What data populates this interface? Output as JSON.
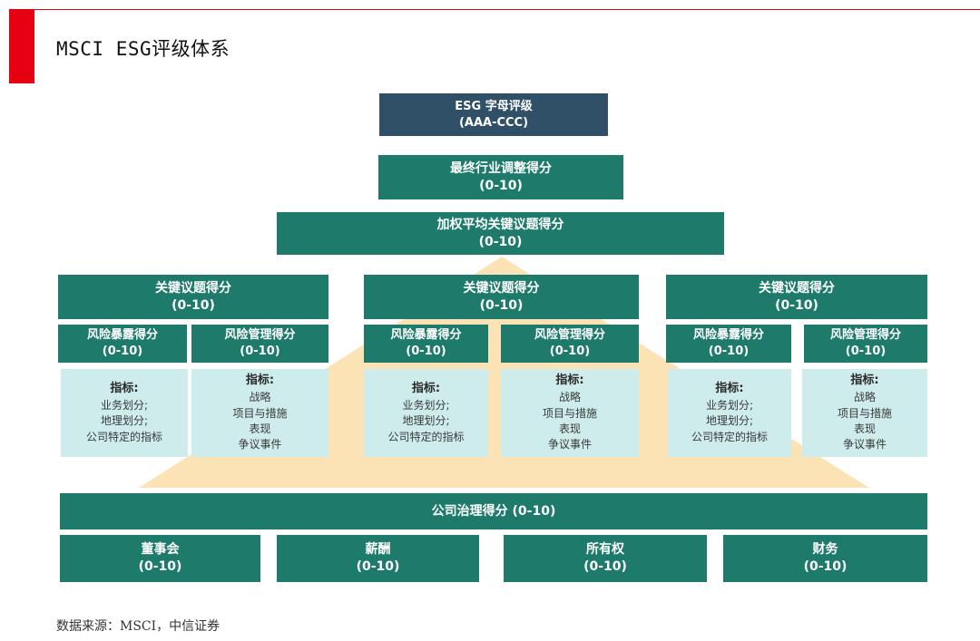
{
  "title": "MSCI ESG评级体系",
  "source": "数据来源：MSCI，中信证券",
  "levels": {
    "letter_rating": {
      "name": "ESG 字母评级",
      "range": "(AAA-CCC)"
    },
    "industry_adjusted": {
      "name": "最终行业调整得分",
      "range": "(0-10)"
    },
    "weighted_avg": {
      "name": "加权平均关键议题得分",
      "range": "(0-10)"
    }
  },
  "key_issue_groups": [
    {
      "name": "关键议题得分",
      "range": "(0-10)",
      "exposure": {
        "name": "风险暴露得分",
        "range": "(0-10)"
      },
      "management": {
        "name": "风险管理得分",
        "range": "(0-10)"
      },
      "exposure_indicators": {
        "label": "指标:",
        "lines": [
          "业务划分;",
          "地理划分;",
          "公司特定的指标"
        ]
      },
      "management_indicators": {
        "label": "指标:",
        "lines": [
          "战略",
          "项目与措施",
          "表现",
          "争议事件"
        ]
      }
    },
    {
      "name": "关键议题得分",
      "range": "(0-10)",
      "exposure": {
        "name": "风险暴露得分",
        "range": "(0-10)"
      },
      "management": {
        "name": "风险管理得分",
        "range": "(0-10)"
      },
      "exposure_indicators": {
        "label": "指标:",
        "lines": [
          "业务划分;",
          "地理划分;",
          "公司特定的指标"
        ]
      },
      "management_indicators": {
        "label": "指标:",
        "lines": [
          "战略",
          "项目与措施",
          "表现",
          "争议事件"
        ]
      }
    },
    {
      "name": "关键议题得分",
      "range": "(0-10)",
      "exposure": {
        "name": "风险暴露得分",
        "range": "(0-10)"
      },
      "management": {
        "name": "风险管理得分",
        "range": "(0-10)"
      },
      "exposure_indicators": {
        "label": "指标:",
        "lines": [
          "业务划分;",
          "地理划分;",
          "公司特定的指标"
        ]
      },
      "management_indicators": {
        "label": "指标:",
        "lines": [
          "战略",
          "项目与措施",
          "表现",
          "争议事件"
        ]
      }
    }
  ],
  "governance": {
    "name": "公司治理得分 (0-10)",
    "items": [
      {
        "name": "董事会",
        "range": "(0-10)"
      },
      {
        "name": "薪酬",
        "range": "(0-10)"
      },
      {
        "name": "所有权",
        "range": "(0-10)"
      },
      {
        "name": "财务",
        "range": "(0-10)"
      }
    ]
  },
  "colors": {
    "accent": "#e60012",
    "teal": "#1e7b6c",
    "navy": "#305068",
    "light": "#cdeceb",
    "pyramid": "#fbe3b5"
  }
}
